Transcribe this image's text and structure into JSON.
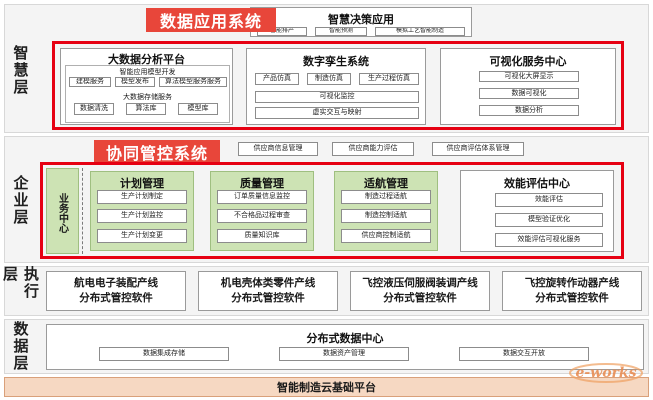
{
  "layers": {
    "smart": "智慧层",
    "enterprise": "企业层",
    "execution": "执行层",
    "data": "数据层"
  },
  "top_tag": "数据应用系统",
  "decision": {
    "title": "智慧决策应用",
    "items": [
      "智能排产",
      "智能预测",
      "模拟工艺智能制造"
    ]
  },
  "bigdata": {
    "title": "大数据分析平台",
    "dev": "智能应用模型开发",
    "row1": [
      "建模服务",
      "模型发布",
      "算法模型服务服务"
    ],
    "mid": "大数据存储服务",
    "row2": [
      "数据清洗",
      "算法库",
      "模型库"
    ]
  },
  "twin": {
    "title": "数字孪生系统",
    "row1": [
      "产品仿真",
      "制造仿真",
      "生产过程仿真"
    ],
    "items": [
      "可视化监控",
      "虚实交互与映射"
    ]
  },
  "visual": {
    "title": "可视化服务中心",
    "items": [
      "可视化大屏显示",
      "数据可视化",
      "数据分析"
    ]
  },
  "coop_tag": "协同管控系统",
  "supply": [
    "供应商信息管理",
    "供应商能力评估",
    "供应商评估体系管理"
  ],
  "business_center": "业务中心",
  "plan": {
    "title": "计划管理",
    "items": [
      "生产计划制定",
      "生产计划监控",
      "生产计划变更"
    ]
  },
  "quality": {
    "title": "质量管理",
    "items": [
      "订单质量信息监控",
      "不合格品过程审查",
      "质量知识库"
    ]
  },
  "aviation": {
    "title": "适航管理",
    "items": [
      "制造过程适航",
      "制造控制适航",
      "供应商控制适航"
    ]
  },
  "efficiency": {
    "title": "效能评估中心",
    "items": [
      "效能评估",
      "模型验证优化",
      "效能评估可视化服务"
    ]
  },
  "execution": [
    {
      "line1": "航电电子装配产线",
      "line2": "分布式管控软件"
    },
    {
      "line1": "机电壳体类零件产线",
      "line2": "分布式管控软件"
    },
    {
      "line1": "飞控液压伺服阀装调产线",
      "line2": "分布式管控软件"
    },
    {
      "line1": "飞控旋转作动器产线",
      "line2": "分布式管控软件"
    }
  ],
  "datacenter": {
    "title": "分布式数据中心",
    "items": [
      "数据集成存储",
      "数据资产管理",
      "数据交互开放"
    ]
  },
  "cloud": "智能制造云基础平台",
  "watermark": "e-works"
}
